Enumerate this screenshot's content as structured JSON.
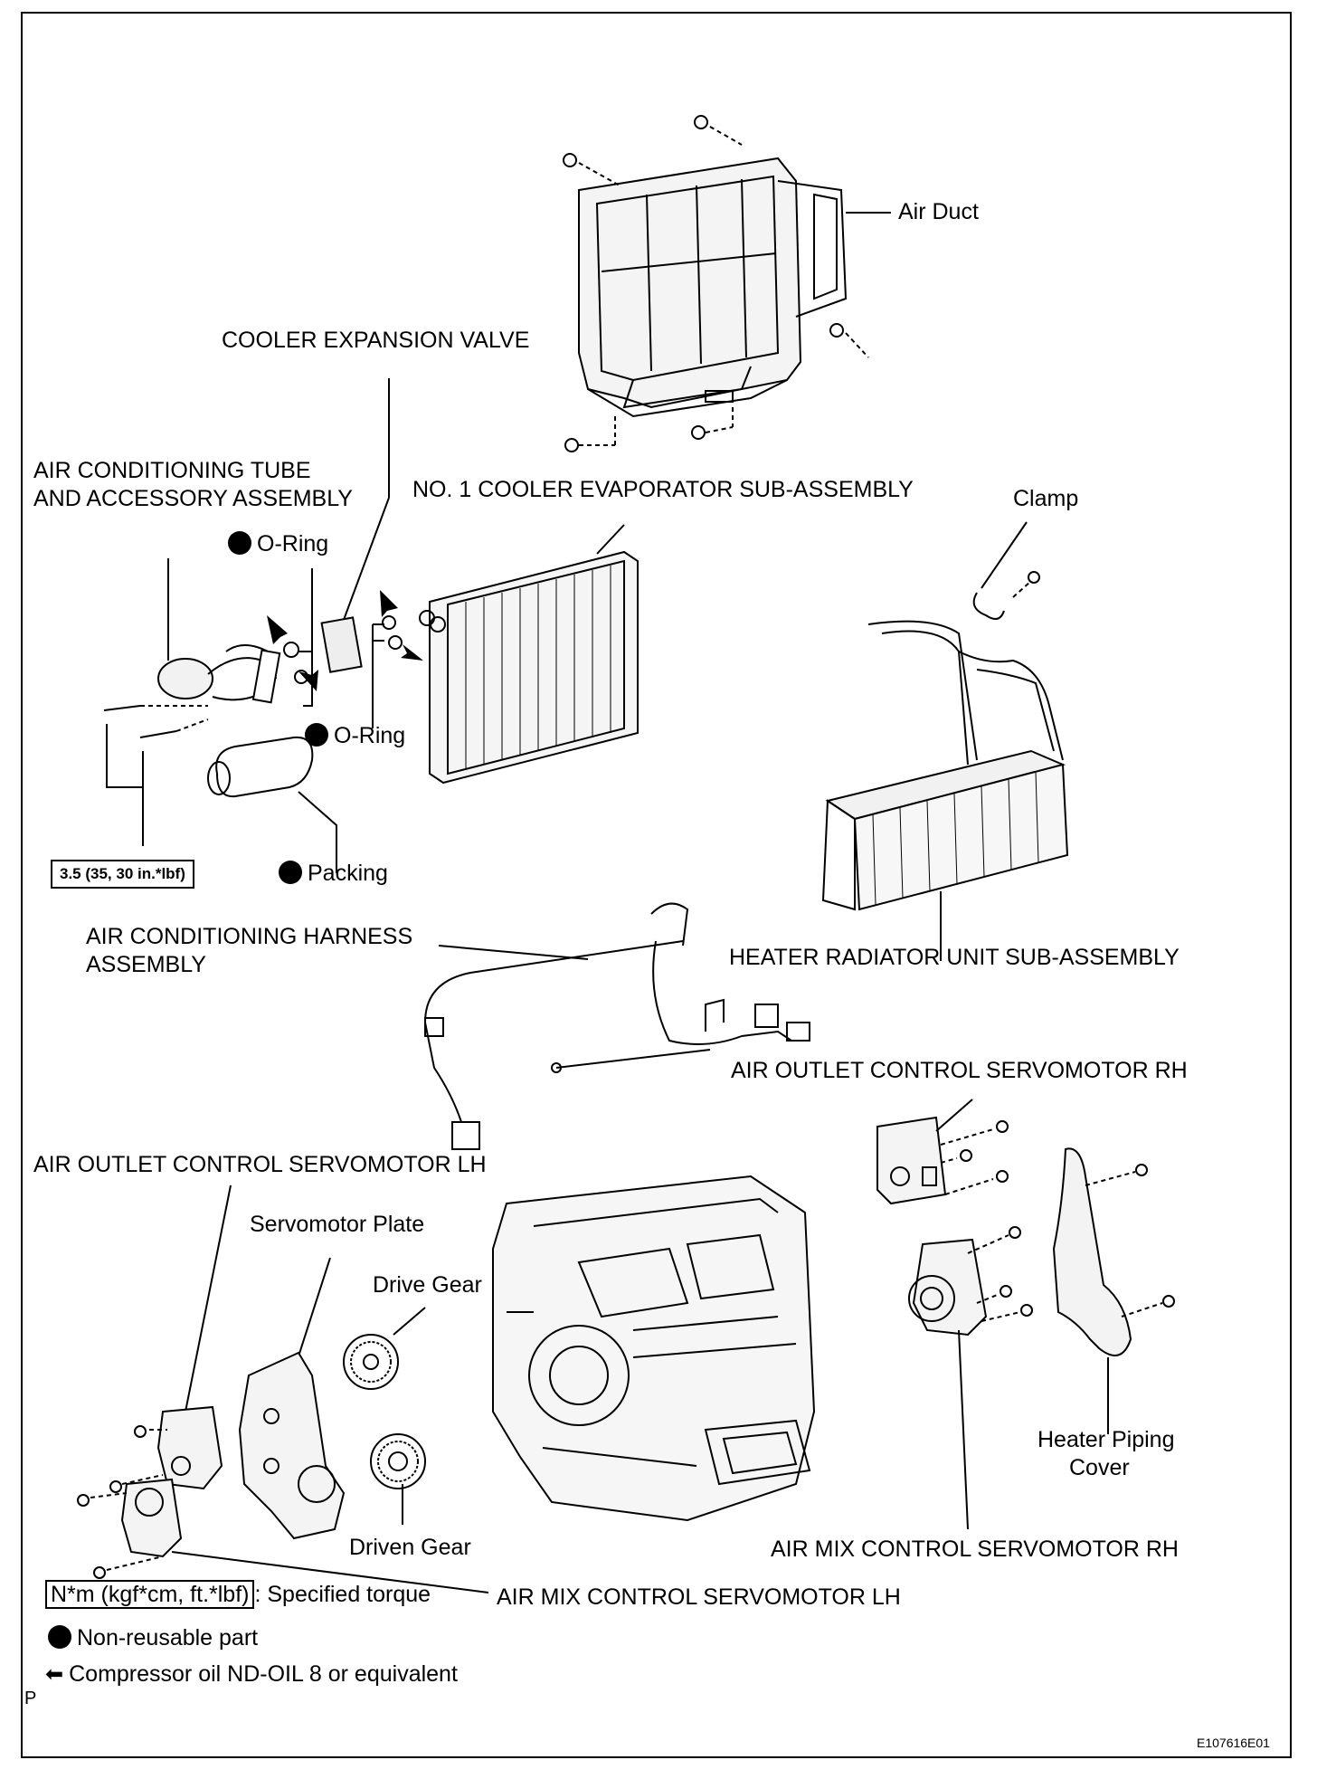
{
  "labels": {
    "air_duct": "Air Duct",
    "cooler_expansion_valve": "COOLER EXPANSION VALVE",
    "ac_tube_line1": "AIR CONDITIONING TUBE",
    "ac_tube_line2": "AND ACCESSORY ASSEMBLY",
    "evaporator": "NO. 1 COOLER EVAPORATOR SUB-ASSEMBLY",
    "clamp": "Clamp",
    "o_ring_top": "O-Ring",
    "o_ring_bottom": "O-Ring",
    "torque_value": "3.5 (35, 30 in.*lbf)",
    "packing": "Packing",
    "harness_line1": "AIR CONDITIONING HARNESS",
    "harness_line2": "ASSEMBLY",
    "heater_radiator": "HEATER RADIATOR UNIT SUB-ASSEMBLY",
    "servo_outlet_rh": "AIR OUTLET CONTROL SERVOMOTOR RH",
    "servo_outlet_lh": "AIR OUTLET CONTROL SERVOMOTOR LH",
    "servomotor_plate": "Servomotor Plate",
    "drive_gear": "Drive Gear",
    "driven_gear": "Driven Gear",
    "heater_piping_line1": "Heater Piping",
    "heater_piping_line2": "Cover",
    "servo_mix_rh": "AIR MIX CONTROL SERVOMOTOR RH",
    "servo_mix_lh": "AIR MIX CONTROL SERVOMOTOR LH"
  },
  "legend": {
    "torque_unit": "N*m (kgf*cm, ft.*lbf)",
    "torque_desc": ": Specified torque",
    "non_reusable": "Non-reusable part",
    "compressor_oil": "Compressor oil ND-OIL 8 or equivalent"
  },
  "corner_mark": "P",
  "figure_id": "E107616E01"
}
